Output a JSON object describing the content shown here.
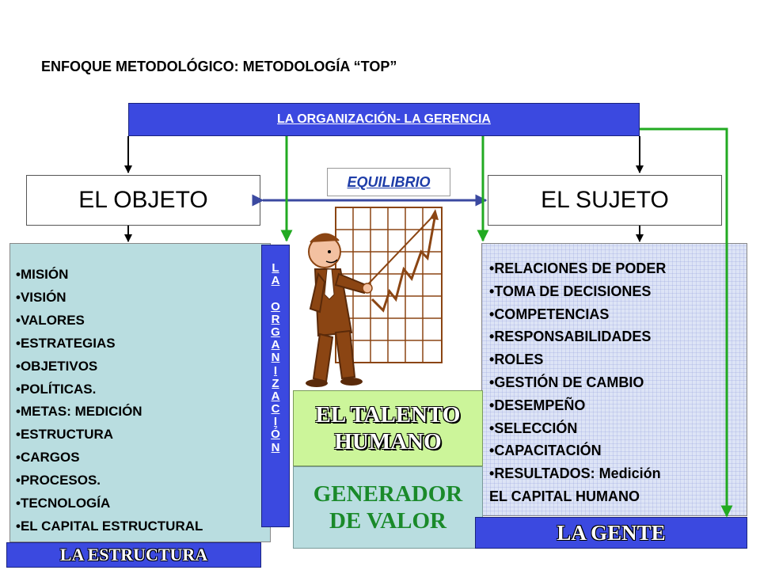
{
  "title": "ENFOQUE METODOLÓGICO: METODOLOGÍA “TOP”",
  "org_bar": "LA ORGANIZACIÓN-  LA GERENCIA",
  "objeto": "EL OBJETO",
  "sujeto": "EL SUJETO",
  "equilibrio": "EQUILIBRIO",
  "left_list": [
    "MISIÓN",
    "VISIÓN",
    "VALORES",
    "ESTRATEGIAS",
    "OBJETIVOS",
    "POLÍTICAS.",
    "METAS: MEDICIÓN",
    "ESTRUCTURA",
    "CARGOS",
    "PROCESOS.",
    "TECNOLOGÍA",
    "EL CAPITAL ESTRUCTURAL"
  ],
  "right_list": [
    "RELACIONES DE PODER",
    "TOMA DE DECISIONES",
    "COMPETENCIAS",
    "RESPONSABILIDADES",
    "ROLES",
    "GESTIÓN DE CAMBIO",
    "DESEMPEÑO",
    "SELECCIÓN",
    "CAPACITACIÓN",
    "RESULTADOS: Medición"
  ],
  "right_note": "EL CAPITAL HUMANO",
  "org_vertical": [
    "L",
    "A",
    " ",
    "O",
    "R",
    "G",
    "A",
    "N",
    "I",
    "Z",
    "A",
    "C",
    "I",
    "Ó",
    "N"
  ],
  "talento": {
    "line1": "EL TALENTO",
    "line2": "HUMANO"
  },
  "generador": {
    "line1": "GENERADOR",
    "line2": "DE VALOR"
  },
  "gente": "LA GENTE",
  "estructura": "LA ESTRUCTURA",
  "colors": {
    "blue": "#3b49e0",
    "green_arrow": "#22aa22",
    "teal_panel": "#b9dde0",
    "lime": "#ccf59a",
    "red": "#e01010"
  }
}
